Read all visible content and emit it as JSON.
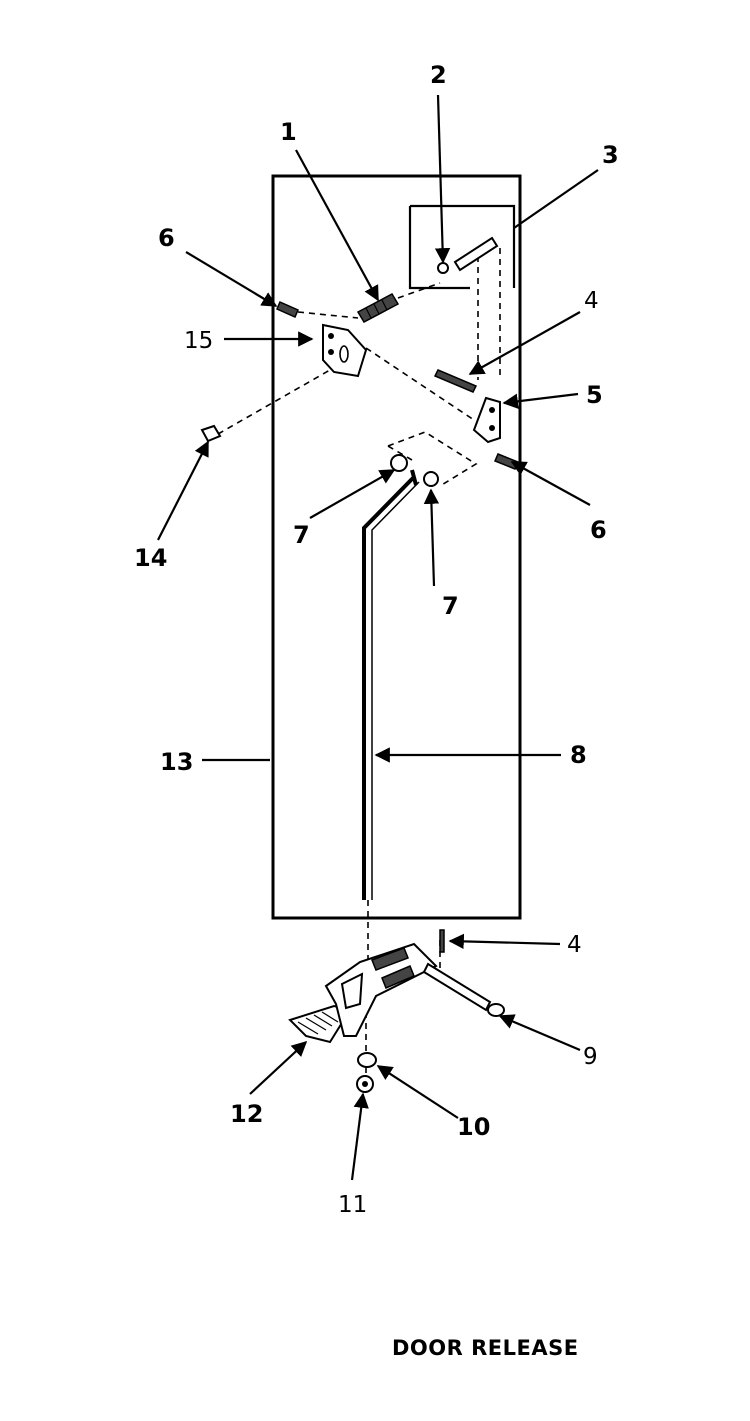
{
  "diagram": {
    "title": "DOOR RELEASE",
    "callouts": {
      "c1": "1",
      "c2": "2",
      "c3": "3",
      "c4a": "4",
      "c4b": "4",
      "c5": "5",
      "c6a": "6",
      "c6b": "6",
      "c7a": "7",
      "c7b": "7",
      "c8": "8",
      "c9": "9",
      "c10": "10",
      "c11": "11",
      "c12": "12",
      "c13": "13",
      "c14": "14",
      "c15": "15"
    }
  }
}
